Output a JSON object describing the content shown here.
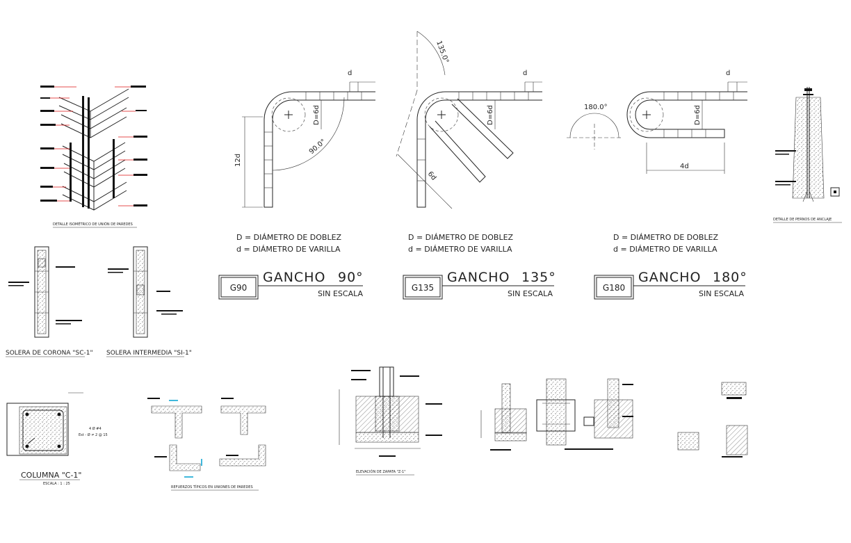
{
  "colors": {
    "ink": "#222222",
    "accent_red": "#dd1111",
    "accent_cyan": "#00a0d0",
    "background": "#ffffff"
  },
  "details": {
    "isometric_label": "DETALLE ISOMÉTRICO DE UNIÓN DE PAREDES",
    "perno_label": "DETALLE DE PERNOS DE ANCLAJE",
    "solera_corona": "SOLERA DE CORONA \"SC-1\"",
    "solera_intermedia": "SOLERA INTERMEDIA \"SI-1\"",
    "columna_title": "COLUMNA \"C-1\"",
    "columna_scale": "ESCALA : 1 : 25",
    "columna_note1": "4 Ø #4",
    "columna_note2": "Est - Ø ≠ 2 @ 15",
    "refuerzos_label": "REFUERZOS TÍPICOS EN UNIONES DE PAREDES",
    "zapata_label": "ELEVACIÓN DE ZAPATA \"Z-1\""
  },
  "hooks": [
    {
      "code": "G90",
      "title": "GANCHO",
      "angle": "90°",
      "scale": "SIN ESCALA",
      "legend_D": "D = DIÁMETRO DE DOBLEZ",
      "legend_d": "d = DIÁMETRO DE VARILLA",
      "dim_d": "d",
      "dim_D": "D=6d",
      "dim_len": "12d",
      "dim_angle": "90.0°"
    },
    {
      "code": "G135",
      "title": "GANCHO",
      "angle": "135°",
      "scale": "SIN ESCALA",
      "legend_D": "D = DIÁMETRO DE DOBLEZ",
      "legend_d": "d = DIÁMETRO DE VARILLA",
      "dim_d": "d",
      "dim_D": "D=6d",
      "dim_len": "6d",
      "dim_angle": "135.0°"
    },
    {
      "code": "G180",
      "title": "GANCHO",
      "angle": "180°",
      "scale": "SIN ESCALA",
      "legend_D": "D = DIÁMETRO DE DOBLEZ",
      "legend_d": "d = DIÁMETRO DE VARILLA",
      "dim_d": "d",
      "dim_D": "D=6d",
      "dim_len": "4d",
      "dim_angle": "180.0°"
    }
  ]
}
